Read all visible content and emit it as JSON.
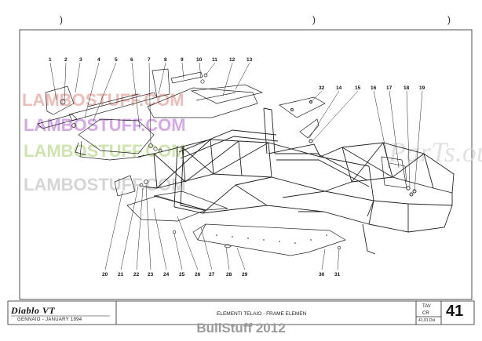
{
  "punch_marks": [
    ")",
    ")",
    ")"
  ],
  "watermark": {
    "lines": [
      "LAMBOSTUFF.COM",
      "LAMBOSTUFF.COM",
      "LAMBOSTUFF.COM",
      "LAMBOSTUFF.COM"
    ],
    "side_text": "ParTs.ouk",
    "colors": [
      "#e8a9a0",
      "#c98be0",
      "#bedc92",
      "#c8c8c8"
    ]
  },
  "callouts": {
    "top": [
      "1",
      "2",
      "3",
      "4",
      "5",
      "6",
      "7",
      "8",
      "9",
      "10",
      "11",
      "12",
      "13"
    ],
    "right": [
      "32",
      "14",
      "15",
      "16",
      "17",
      "18",
      "19"
    ],
    "bottom": [
      "20",
      "21",
      "22",
      "23",
      "24",
      "25",
      "26",
      "27",
      "28",
      "29",
      "30",
      "31"
    ]
  },
  "title_block": {
    "logo": "Diablo VT",
    "date": "GENNAIO - JANUARY 1994",
    "title": "ELEMENTI TELAIO - FRAME ELEMEN",
    "tav_label": "TAV",
    "cr_label": "CR",
    "date_code": "41.01.Dsl",
    "table_number": "41"
  },
  "footer": "BullStuff 2012"
}
